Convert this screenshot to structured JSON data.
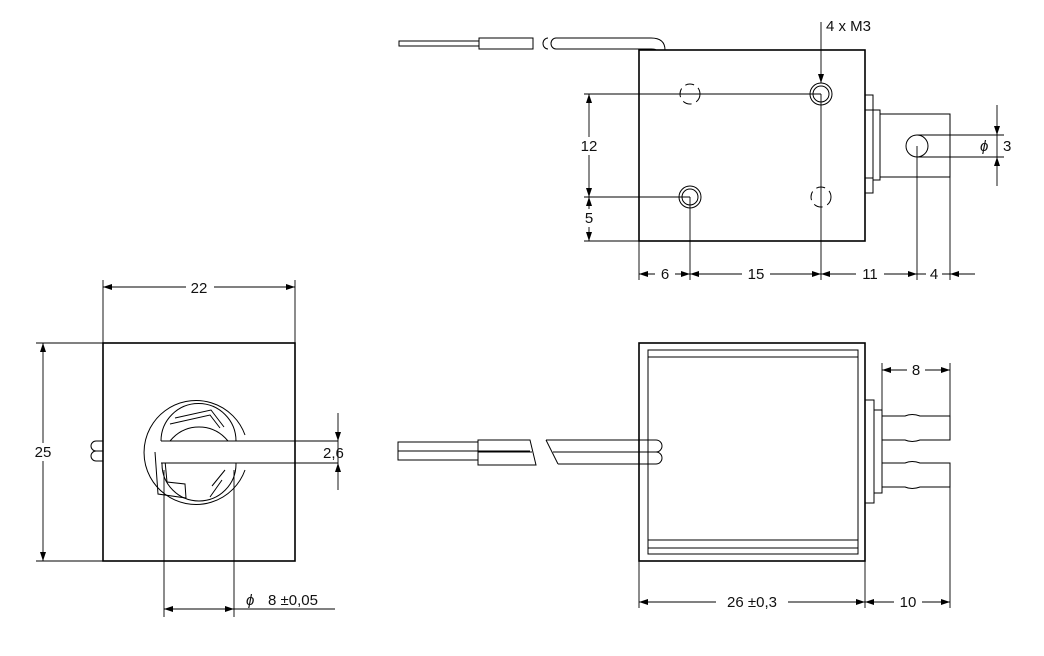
{
  "dimensions": {
    "top_mount_holes": "4 x M3",
    "top_pitch_vertical": "12",
    "top_offset_bottom": "5",
    "pin_hole_diameter": "3",
    "diameter_symbol": "ϕ",
    "top_offset_left": "6",
    "top_hole_spacing": "15",
    "top_plunger_offset": "11",
    "top_plunger_end": "4",
    "front_width": "22",
    "front_height": "25",
    "slot_width": "2,6",
    "plunger_diameter": "8 ±0,05",
    "side_plunger_slot": "8",
    "side_body_length": "26 ±0,3",
    "side_plunger_length": "10"
  }
}
